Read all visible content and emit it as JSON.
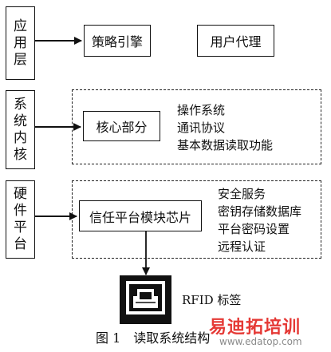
{
  "layers": {
    "app": [
      "应",
      "用",
      "层"
    ],
    "kernel": [
      "系",
      "统",
      "内",
      "核"
    ],
    "hardware": [
      "硬",
      "件",
      "平",
      "台"
    ]
  },
  "boxes": {
    "policy_engine": "策略引擎",
    "user_agent": "用户代理",
    "core": "核心部分",
    "trusted_chip": "信任平台模块芯片"
  },
  "kernel_items": [
    "操作系统",
    "通讯协议",
    "基本数据读取功能"
  ],
  "hardware_items": [
    "安全服务",
    "密钥存储数据库",
    "平台密码设置",
    "远程认证"
  ],
  "rfid_label": "RFID 标签",
  "caption": "图 1　读取系统结构",
  "watermark": {
    "text": "易迪拓培训",
    "url": "www.edatop.com",
    "color": "#e53935"
  }
}
